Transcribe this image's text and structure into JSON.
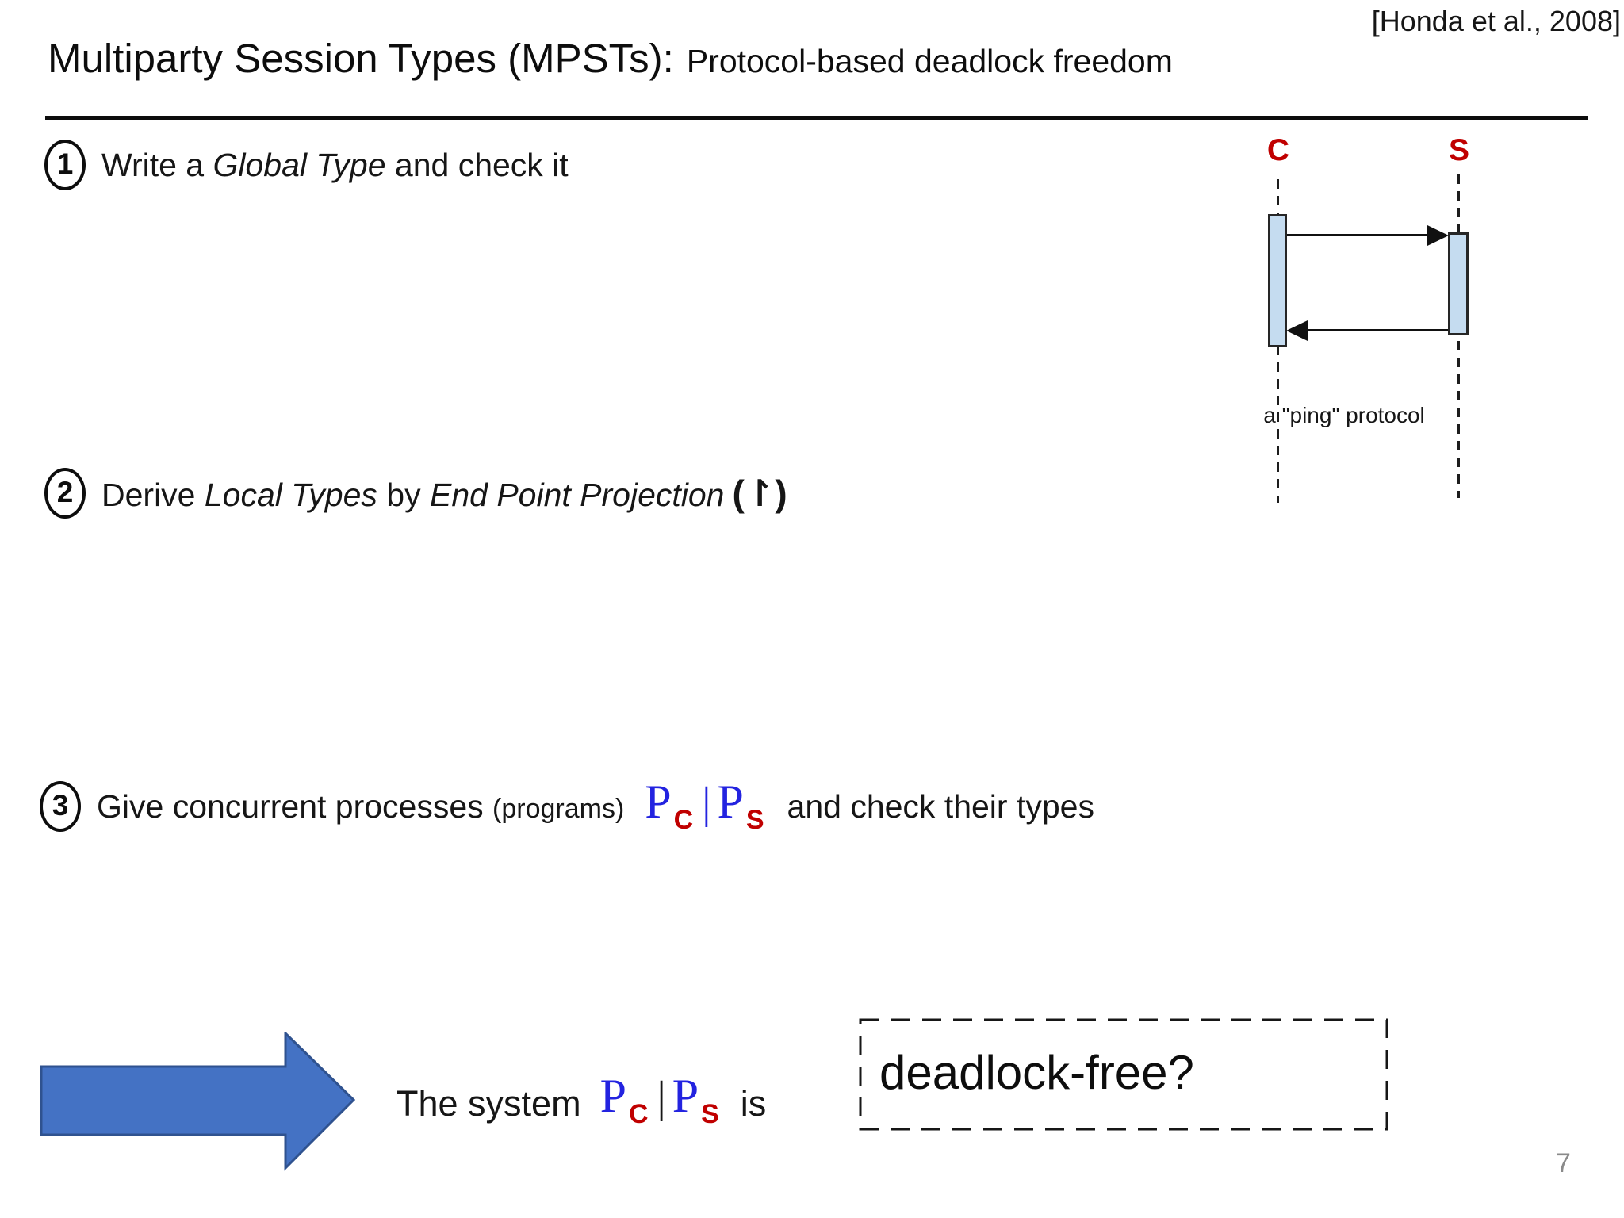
{
  "citation": "[Honda et al., 2008]",
  "title": {
    "main": "Multiparty Session Types (MPSTs):",
    "sub": "Protocol-based deadlock freedom"
  },
  "steps": {
    "step1": {
      "num": "1",
      "seg1": "Write a ",
      "seg2": "Global Type",
      "seg3": " and check it"
    },
    "step2": {
      "num": "2",
      "seg1": "Derive ",
      "seg2": "Local Types",
      "seg3": " by ",
      "seg4": "End Point Projection",
      "symbol": "(↾)"
    },
    "step3": {
      "num": "3",
      "seg1": "Give concurrent processes ",
      "seg2": "(programs)",
      "seg3": "and check their types"
    }
  },
  "math": {
    "P": "P",
    "subC": "C",
    "subS": "S",
    "pipe": "|"
  },
  "diagram": {
    "client": "C",
    "server": "S",
    "caption": "a \"ping\" protocol"
  },
  "conclusion": {
    "lead": "The system",
    "verb": "is",
    "question": "deadlock-free?"
  },
  "page_number": "7",
  "colors": {
    "red": "#c00000",
    "blue": "#2323e0",
    "arrow_fill": "#4472c4",
    "arrow_border": "#2f528f",
    "bar_fill": "#c5dcf0",
    "text": "#111111",
    "page_gray": "#8a8a8a"
  }
}
